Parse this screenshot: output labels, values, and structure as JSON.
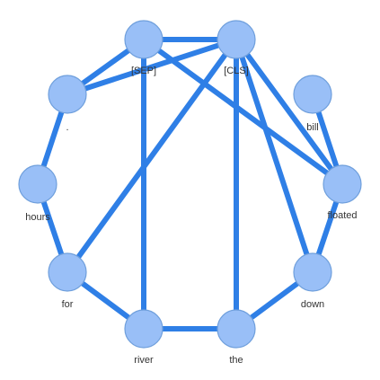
{
  "colors": {
    "edge": "#2f7fe6",
    "node_fill": "#99bff7",
    "node_stroke": "#6f9fdc",
    "label": "#333333"
  },
  "nodes": [
    {
      "id": "sep",
      "label": "[SEP]"
    },
    {
      "id": "cls",
      "label": "[CLS]"
    },
    {
      "id": "bill",
      "label": "bill"
    },
    {
      "id": "floated",
      "label": "floated"
    },
    {
      "id": "down",
      "label": "down"
    },
    {
      "id": "the",
      "label": "the"
    },
    {
      "id": "river",
      "label": "river"
    },
    {
      "id": "for",
      "label": "for"
    },
    {
      "id": "hours",
      "label": "hours"
    },
    {
      "id": "period",
      "label": "."
    }
  ],
  "edges": [
    [
      "sep",
      "cls"
    ],
    [
      "sep",
      "period"
    ],
    [
      "sep",
      "river"
    ],
    [
      "sep",
      "floated"
    ],
    [
      "cls",
      "period"
    ],
    [
      "cls",
      "for"
    ],
    [
      "cls",
      "the"
    ],
    [
      "cls",
      "down"
    ],
    [
      "cls",
      "floated"
    ],
    [
      "bill",
      "floated"
    ],
    [
      "floated",
      "down"
    ],
    [
      "down",
      "the"
    ],
    [
      "the",
      "river"
    ],
    [
      "river",
      "for"
    ],
    [
      "for",
      "hours"
    ],
    [
      "hours",
      "period"
    ]
  ]
}
